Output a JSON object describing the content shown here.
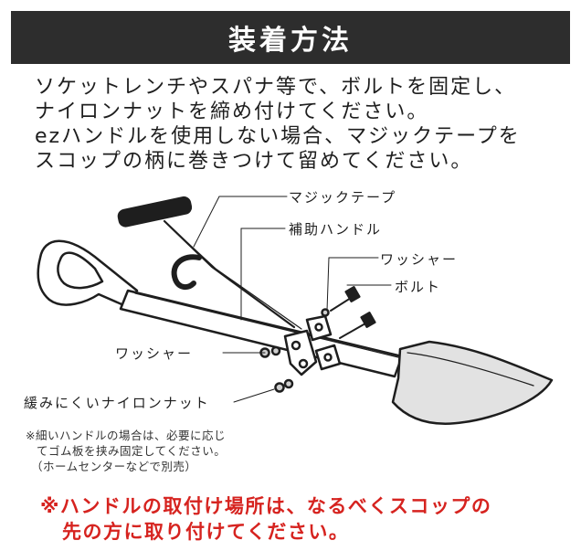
{
  "header": {
    "title": "装着方法"
  },
  "instructions": [
    "ソケットレンチやスパナ等で、ボルトを固定し、",
    "ナイロンナットを締め付けてください。",
    "ezハンドルを使用しない場合、マジックテープを",
    "スコップの柄に巻きつけて留めてください。"
  ],
  "labels": {
    "velcro": "マジックテープ",
    "aux_handle": "補助ハンドル",
    "washer_top": "ワッシャー",
    "bolt": "ボルト",
    "washer_left": "ワッシャー",
    "nylon_nut": "緩みにくいナイロンナット"
  },
  "note": [
    "※細いハンドルの場合は、必要に応じ",
    "てゴム板を挟み固定してください。",
    "（ホームセンターなどで別売）"
  ],
  "warning": [
    "※ハンドルの取付け場所は、なるべくスコップの",
    "先の方に取り付けてください。"
  ],
  "colors": {
    "header_bg": "#2d2d2d",
    "warning": "#d6231f"
  }
}
